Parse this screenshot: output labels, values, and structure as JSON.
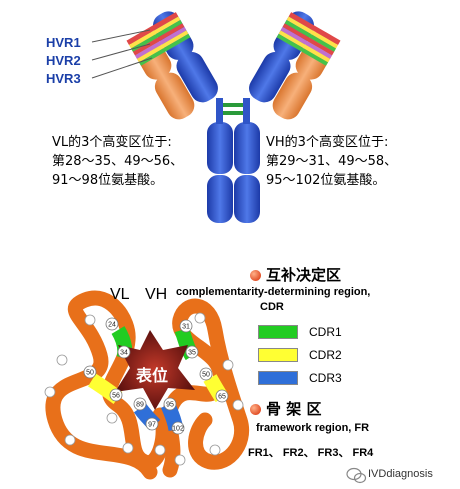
{
  "hvr_labels": [
    "HVR1",
    "HVR2",
    "HVR3"
  ],
  "vl": {
    "heading": "VL的3个高变区位于:",
    "line1": "第28～35、49～56、",
    "line2": "91～98位氨基酸。"
  },
  "vh": {
    "heading": "VH的3个高变区位于:",
    "line1": "第29～31、49～58、",
    "line2": "95～102位氨基酸。"
  },
  "chain_labels": {
    "vl": "VL",
    "vh": "VH"
  },
  "epitope_label": "表位",
  "cdr_section": {
    "title": "互补决定区",
    "subtitle": "complementarity-determining region,",
    "abbr": "CDR",
    "legend": [
      {
        "label": "CDR1",
        "color": "#22cc22"
      },
      {
        "label": "CDR2",
        "color": "#ffff33"
      },
      {
        "label": "CDR3",
        "color": "#2f6fd8"
      }
    ]
  },
  "fr_section": {
    "title": "骨 架 区",
    "subtitle": "framework region, FR",
    "list": "FR1、 FR2、 FR3、 FR4"
  },
  "residue_numbers": [
    "24",
    "34",
    "50",
    "56",
    "89",
    "97",
    "31",
    "35",
    "50",
    "65",
    "95",
    "102"
  ],
  "watermark": "IVDdiagnosis",
  "colors": {
    "heavy_chain": "#2f55c8",
    "light_chain": "#f0a060",
    "framework": "#e8701a",
    "cdr1": "#22cc22",
    "cdr2": "#ffff33",
    "cdr3": "#2f6fd8",
    "epitope": "#8b1a1a"
  }
}
